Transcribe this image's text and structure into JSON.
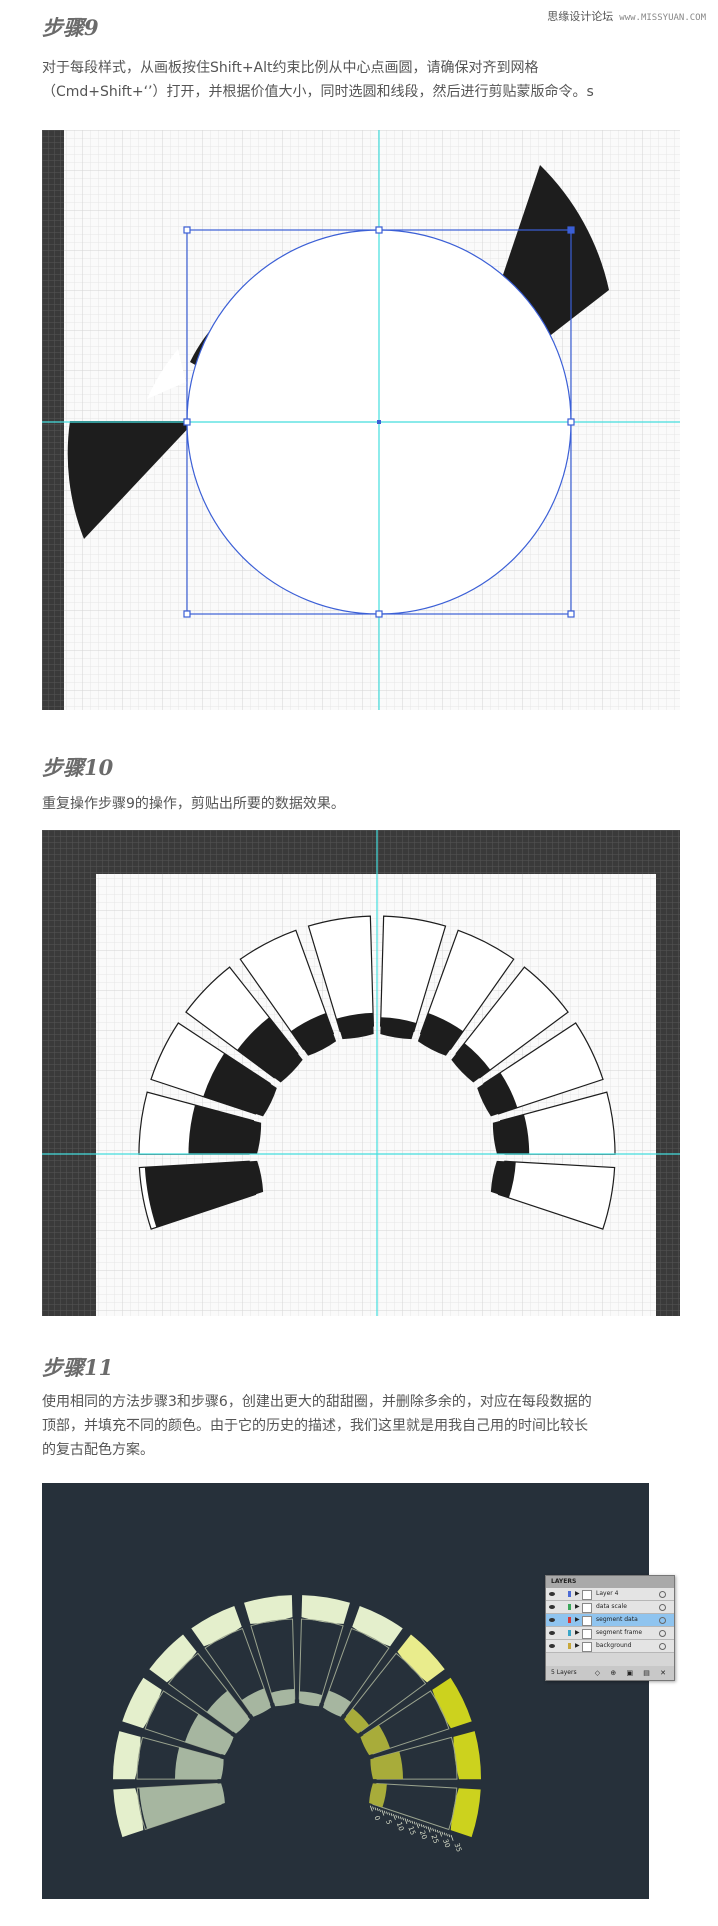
{
  "watermark": {
    "site_name": "思缘设计论坛",
    "url": "www.MISSYUAN.COM"
  },
  "step9": {
    "title": "步骤9",
    "text_line1": "对于每段样式，从画板按住Shift+Alt约束比例从中心点画圆，请确保对齐到网格",
    "text_line2": "（Cmd+Shift+‘’）打开，并根据价值大小，同时选圆和线段，然后进行剪贴蒙版命令。s"
  },
  "step10": {
    "title": "步骤10",
    "text": "重复操作步骤9的操作，剪贴出所要的数据效果。"
  },
  "step11": {
    "title": "步骤11",
    "text_line1": "使用相同的方法步骤3和步骤6，创建出更大的甜甜圈，并删除多余的，对应在每段数据的",
    "text_line2": "顶部，并填充不同的颜色。由于它的历史的描述，我们这里就是用我自己用的时间比较长",
    "text_line3": "的复古配色方案。"
  },
  "scale_ticks": [
    "0",
    "5",
    "10",
    "15",
    "20",
    "25",
    "30",
    "35"
  ],
  "layers_panel": {
    "title": "LAYERS",
    "layers": [
      {
        "name": "Layer 4",
        "color": "#4c6bd6"
      },
      {
        "name": "data scale",
        "color": "#3aa65a"
      },
      {
        "name": "segment data",
        "color": "#d63a3a"
      },
      {
        "name": "segment frame",
        "color": "#3aa6c8"
      },
      {
        "name": "background",
        "color": "#c8a83a"
      }
    ],
    "footer": "5 Layers"
  },
  "colors": {
    "guide": "#44dede",
    "selection": "#3b5fd6",
    "dark_bg": "#26303a",
    "ring_pale": "#e4efcc",
    "ring_yellow": "#e9ec8c",
    "ring_lime": "#ccd21e",
    "segment_sage": "#a6b6a0",
    "segment_olive": "#a8ac3a"
  }
}
